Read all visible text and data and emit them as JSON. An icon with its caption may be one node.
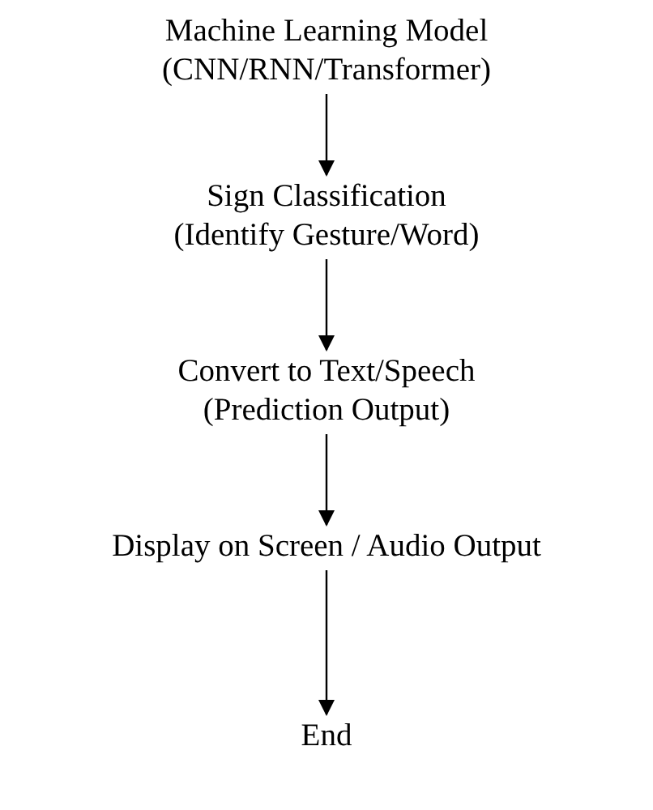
{
  "diagram": {
    "nodes": [
      {
        "text": [
          "Machine Learning Model",
          "(CNN/RNN/Transformer)"
        ]
      },
      {
        "text": [
          "Sign Classification",
          "(Identify Gesture/Word)"
        ]
      },
      {
        "text": [
          "Convert to Text/Speech",
          "(Prediction Output)"
        ]
      },
      {
        "text": [
          "Display on Screen / Audio Output"
        ]
      },
      {
        "text": [
          "End"
        ]
      }
    ],
    "edges": [
      {
        "from": 0,
        "to": 1,
        "arrow": "to"
      },
      {
        "from": 1,
        "to": 2,
        "arrow": "to"
      },
      {
        "from": 2,
        "to": 3,
        "arrow": "to"
      },
      {
        "from": 3,
        "to": 4,
        "arrow": "to"
      }
    ]
  }
}
